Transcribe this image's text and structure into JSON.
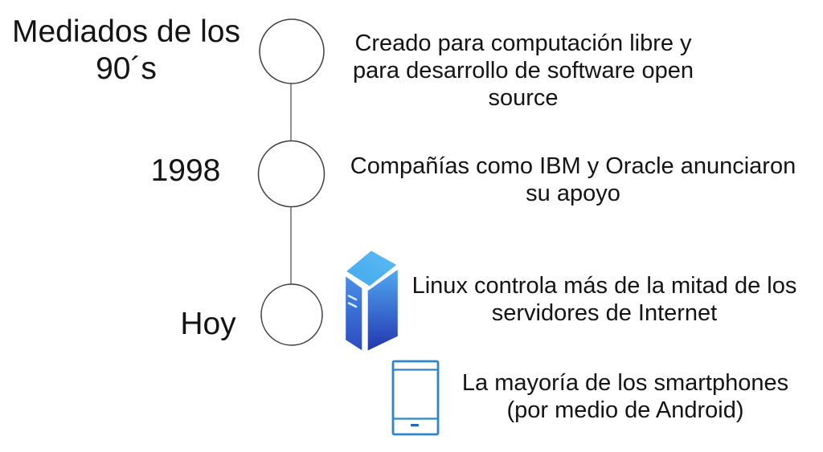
{
  "diagram": {
    "type": "timeline",
    "language": "es",
    "events": [
      {
        "period": "Mediados de los\n90´s",
        "text": "Creado para computación libre y\npara desarrollo de software open\nsource"
      },
      {
        "period": "1998",
        "text": "Compañías como IBM y Oracle anunciaron\nsu apoyo"
      },
      {
        "period": "Hoy",
        "text": "Linux controla más de la mitad de los\nservidores de Internet",
        "icon": "server-tower-icon"
      },
      {
        "period": "",
        "text": "La mayoría de los smartphones\n(por medio de Android)",
        "icon": "smartphone-icon"
      }
    ],
    "icons": {
      "server": "server-tower-icon",
      "smartphone": "smartphone-icon"
    },
    "colors": {
      "background": "#ffffff",
      "text": "#141414",
      "circle_stroke": "#3f3f3f",
      "circle_fill": "#ffffff",
      "connector_stroke": "#606060",
      "server_top_gradient": [
        "#42a8eb",
        "#5cbcf4"
      ],
      "server_side_gradient": [
        "#4a90e8",
        "#2b49c0"
      ],
      "server_front_gradient": [
        "#51abf2",
        "#2234ae"
      ],
      "server_vent_dash": "#d9edfb",
      "phone_outline": "#2e86c9",
      "phone_home_dash": "#1f6ab0"
    }
  }
}
